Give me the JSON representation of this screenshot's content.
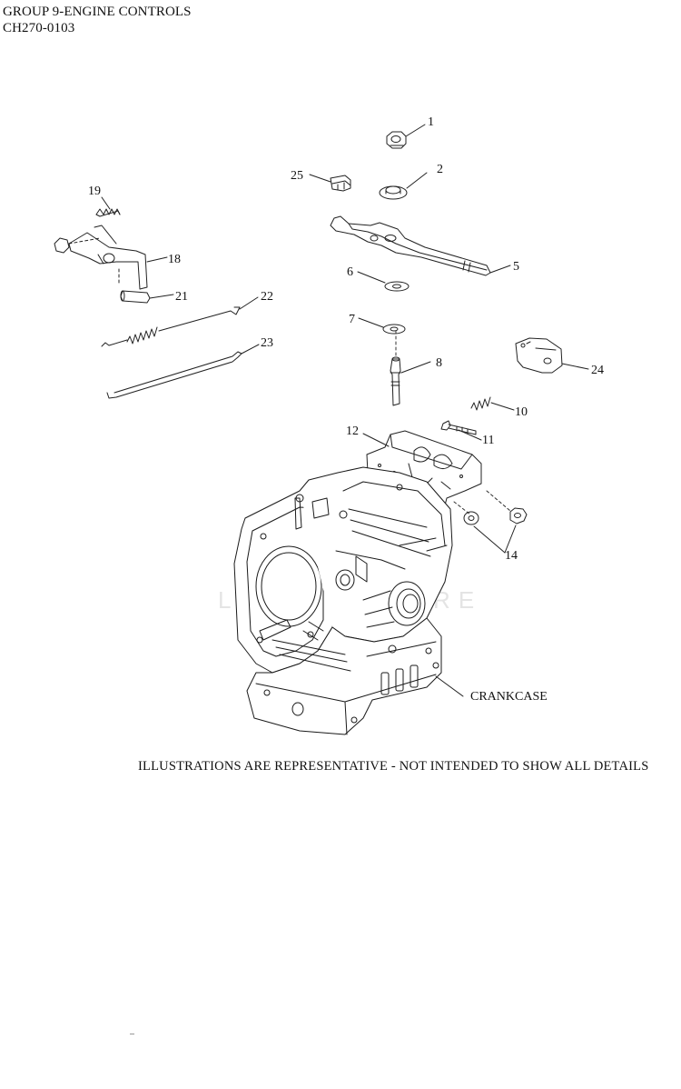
{
  "header": {
    "title": "GROUP 9-ENGINE CONTROLS",
    "code": "CH270-0103"
  },
  "watermark": "LEADVENTURE",
  "callouts": {
    "c1": "1",
    "c2": "2",
    "c5": "5",
    "c6": "6",
    "c7": "7",
    "c8": "8",
    "c10": "10",
    "c11": "11",
    "c12": "12",
    "c14": "14",
    "c18": "18",
    "c19": "19",
    "c21": "21",
    "c22": "22",
    "c23": "23",
    "c24": "24",
    "c25": "25",
    "crankcase": "CRANKCASE"
  },
  "footnote": "ILLUSTRATIONS ARE REPRESENTATIVE - NOT INTENDED TO SHOW ALL DETAILS"
}
